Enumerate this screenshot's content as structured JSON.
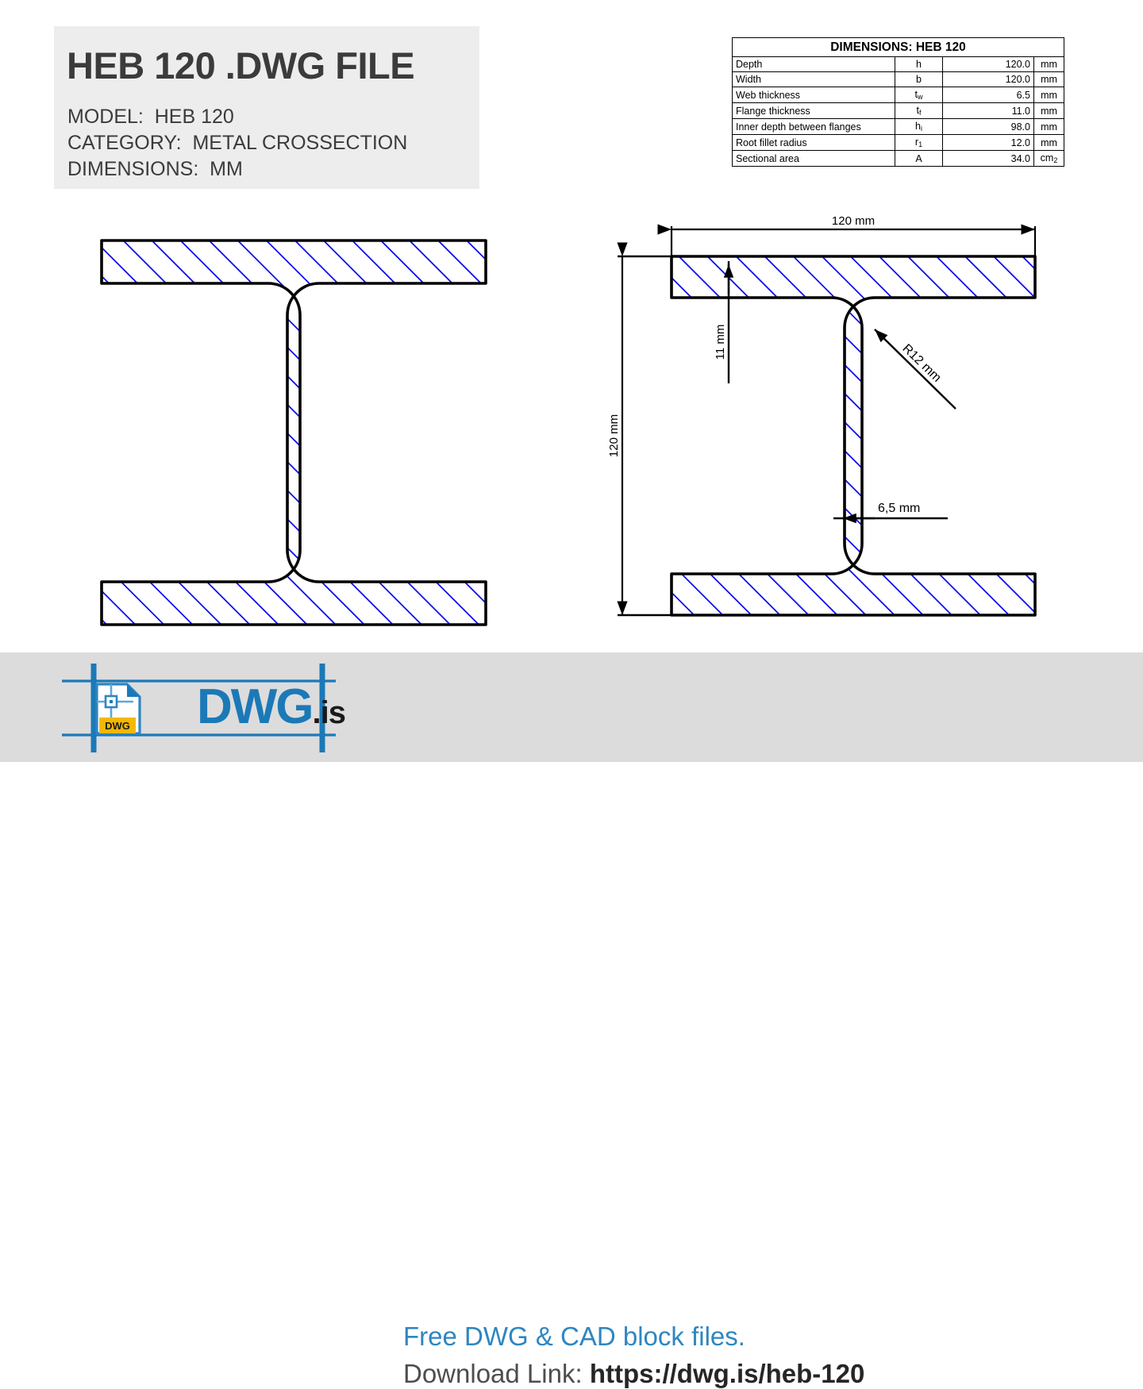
{
  "header": {
    "title": "HEB 120 .DWG FILE",
    "model_label": "MODEL:",
    "model_value": "HEB 120",
    "category_label": "CATEGORY:",
    "category_value": "METAL CROSSECTION",
    "dimensions_label": "DIMENSIONS:",
    "dimensions_value": "MM",
    "model_line": "MODEL:  HEB 120",
    "category_line": "CATEGORY:  METAL CROSSECTION",
    "dimensions_line": "DIMENSIONS:  MM"
  },
  "spec_table": {
    "title": "DIMENSIONS: HEB 120",
    "rows": [
      {
        "name": "Depth",
        "symbol": "h",
        "sub": "",
        "value": "120.0",
        "unit": "mm",
        "unit_sub": ""
      },
      {
        "name": "Width",
        "symbol": "b",
        "sub": "",
        "value": "120.0",
        "unit": "mm",
        "unit_sub": ""
      },
      {
        "name": "Web thickness",
        "symbol": "t",
        "sub": "w",
        "value": "6.5",
        "unit": "mm",
        "unit_sub": ""
      },
      {
        "name": "Flange thickness",
        "symbol": "t",
        "sub": "f",
        "value": "11.0",
        "unit": "mm",
        "unit_sub": ""
      },
      {
        "name": "Inner depth between flanges",
        "symbol": "h",
        "sub": "i",
        "value": "98.0",
        "unit": "mm",
        "unit_sub": ""
      },
      {
        "name": "Root fillet radius",
        "symbol": "r",
        "sub": "1",
        "value": "12.0",
        "unit": "mm",
        "unit_sub": ""
      },
      {
        "name": "Sectional area",
        "symbol": "A",
        "sub": "",
        "value": "34.0",
        "unit": "cm",
        "unit_sub": "2"
      }
    ]
  },
  "drawing": {
    "left_view_name": "heb-120-section-plain",
    "right_view_name": "heb-120-section-dimensioned",
    "annotations": {
      "width_dim": "120 mm",
      "depth_dim": "120 mm",
      "flange_thickness_dim": "11 mm",
      "web_thickness_dim": "6,5 mm",
      "fillet_radius_dim": "R12 mm"
    },
    "colors": {
      "outline": "#000000",
      "hatch": "#0000ee",
      "dimension": "#000000"
    }
  },
  "footer": {
    "logo_main": "DWG",
    "logo_suffix": ".is",
    "file_icon_label": "DWG",
    "tagline": "Free DWG & CAD block files.",
    "download_label": "Download Link: ",
    "download_url": "https://dwg.is/heb-120",
    "colors": {
      "brand_blue": "#1b79b8",
      "badge_yellow": "#f5b800",
      "band_gray": "#dcdcdc"
    }
  }
}
